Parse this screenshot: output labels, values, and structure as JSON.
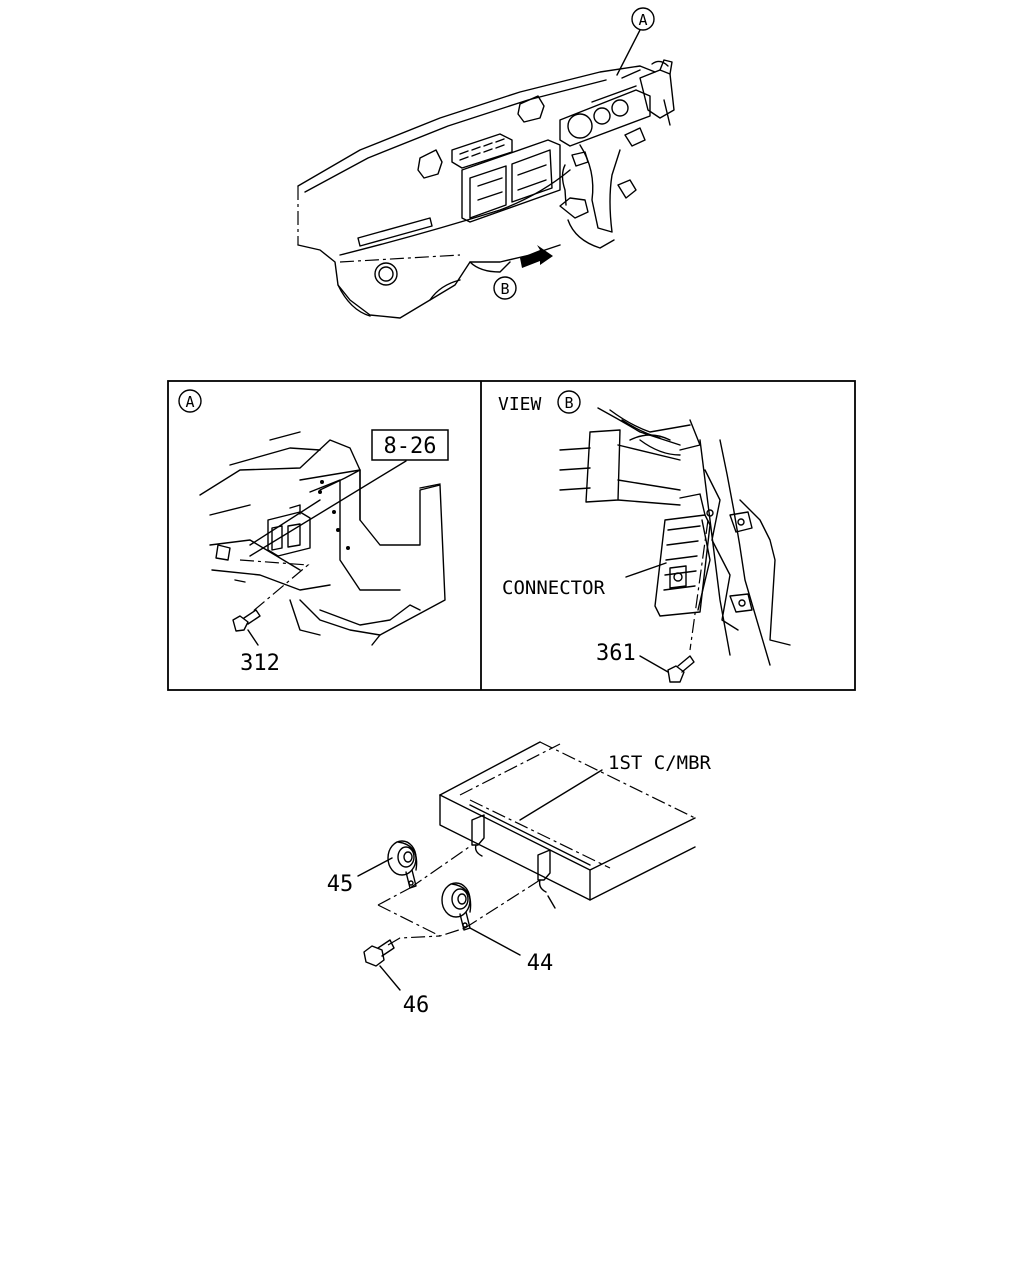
{
  "callouts": {
    "top_a": "A",
    "top_b": "B",
    "panel_a": "A",
    "panel_b": "B"
  },
  "labels": {
    "view": "VIEW",
    "ref_box": "8-26",
    "connector": "CONNECTOR",
    "member": "1ST C/MBR"
  },
  "part_numbers": {
    "p312": "312",
    "p361": "361",
    "p45": "45",
    "p44": "44",
    "p46": "46"
  }
}
